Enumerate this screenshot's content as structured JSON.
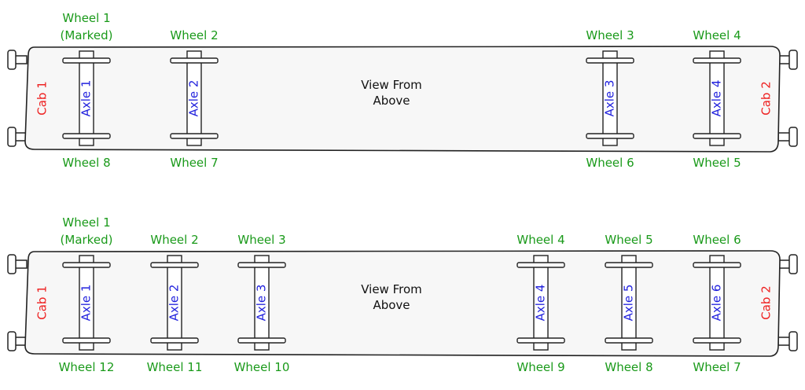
{
  "colors": {
    "wheel_text": "#1a9a1a",
    "axle_text": "#2222dd",
    "cab_text": "#ee2222",
    "body_fill": "#f7f7f7",
    "stroke": "#222222"
  },
  "diagrams": [
    {
      "view_lines": [
        "View From",
        "Above"
      ],
      "cab_left": "Cab 1",
      "cab_right": "Cab 2",
      "axles": [
        {
          "label": "Axle 1",
          "top_wheel": [
            "Wheel 1",
            "(Marked)"
          ],
          "bottom_wheel": "Wheel 8"
        },
        {
          "label": "Axle 2",
          "top_wheel": [
            "Wheel 2"
          ],
          "bottom_wheel": "Wheel 7"
        },
        {
          "label": "Axle 3",
          "top_wheel": [
            "Wheel 3"
          ],
          "bottom_wheel": "Wheel 6"
        },
        {
          "label": "Axle 4",
          "top_wheel": [
            "Wheel 4"
          ],
          "bottom_wheel": "Wheel 5"
        }
      ]
    },
    {
      "view_lines": [
        "View From",
        "Above"
      ],
      "cab_left": "Cab 1",
      "cab_right": "Cab 2",
      "axles": [
        {
          "label": "Axle 1",
          "top_wheel": [
            "Wheel 1",
            "(Marked)"
          ],
          "bottom_wheel": "Wheel 12"
        },
        {
          "label": "Axle 2",
          "top_wheel": [
            "Wheel 2"
          ],
          "bottom_wheel": "Wheel 11"
        },
        {
          "label": "Axle 3",
          "top_wheel": [
            "Wheel 3"
          ],
          "bottom_wheel": "Wheel 10"
        },
        {
          "label": "Axle 4",
          "top_wheel": [
            "Wheel 4"
          ],
          "bottom_wheel": "Wheel 9"
        },
        {
          "label": "Axle 5",
          "top_wheel": [
            "Wheel 5"
          ],
          "bottom_wheel": "Wheel 8"
        },
        {
          "label": "Axle 6",
          "top_wheel": [
            "Wheel 6"
          ],
          "bottom_wheel": "Wheel 7"
        }
      ]
    }
  ]
}
